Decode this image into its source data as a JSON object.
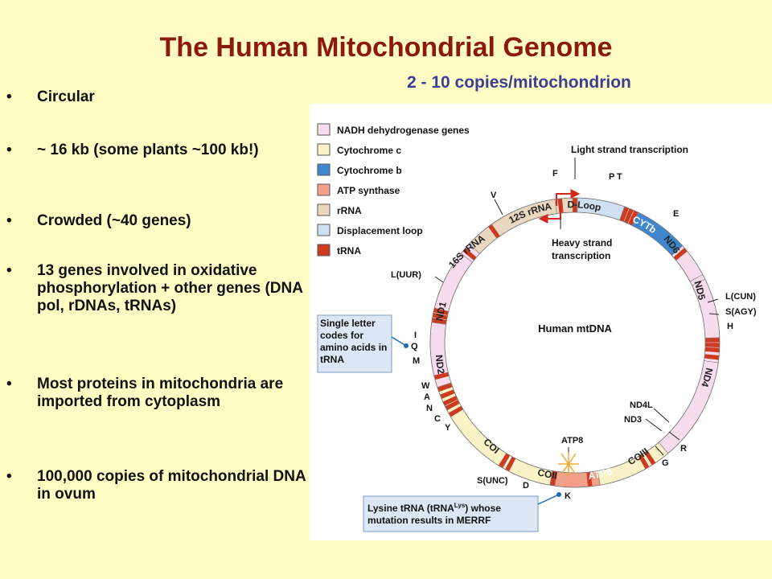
{
  "slide": {
    "title": "The Human Mitochondrial Genome",
    "subtitle": "2 - 10 copies/mitochondrion",
    "bullets": [
      {
        "symbol": "•",
        "text": "Circular"
      },
      {
        "symbol": "•",
        "text": "~ 16 kb (some plants ~100 kb!)"
      },
      {
        "symbol": "•",
        "text": "Crowded (~40 genes)"
      },
      {
        "symbol": "•",
        "text": "13 genes involved in oxidative phosphorylation + other genes (DNA pol, rDNAs, tRNAs)"
      },
      {
        "symbol": "•",
        "text": "Most proteins in mitochondria are imported from cytoplasm"
      },
      {
        "symbol": "•",
        "text": "100,000 copies of mitochondrial DNA in ovum"
      }
    ]
  },
  "figure": {
    "center_label": "Human mtDNA",
    "legend": [
      {
        "label": "NADH dehydrogenase genes",
        "color": "#f6dcec"
      },
      {
        "label": "Cytochrome c",
        "color": "#fbf3c7"
      },
      {
        "label": "Cytochrome b",
        "color": "#3e87cf"
      },
      {
        "label": "ATP synthase",
        "color": "#f2a08a"
      },
      {
        "label": "rRNA",
        "color": "#ead7bf"
      },
      {
        "label": "Displacement loop",
        "color": "#cfe0f3"
      },
      {
        "label": "tRNA",
        "color": "#cc3a22"
      }
    ],
    "segments": [
      {
        "label": "12S rRNA",
        "color": "#ead7bf"
      },
      {
        "label": "D-Loop",
        "color": "#cfe0f3"
      },
      {
        "label": "CYTb",
        "color": "#3e87cf"
      },
      {
        "label": "ND6",
        "color": "#f6dcec"
      },
      {
        "label": "ND5",
        "color": "#f6dcec"
      },
      {
        "label": "ND4",
        "color": "#f6dcec"
      },
      {
        "label": "COIII",
        "color": "#fbf3c7"
      },
      {
        "label": "ATP8",
        "color": "#f2a08a"
      },
      {
        "label": "COII",
        "color": "#fbf3c7"
      },
      {
        "label": "COI",
        "color": "#fbf3c7"
      },
      {
        "label": "ND2",
        "color": "#f6dcec"
      },
      {
        "label": "ND1",
        "color": "#f6dcec"
      },
      {
        "label": "16S rRNA",
        "color": "#ead7bf"
      }
    ],
    "trna_labels": [
      "F",
      "V",
      "P",
      "T",
      "E",
      "L(CUN)",
      "S(AGY)",
      "H",
      "ND4L",
      "ND3",
      "R",
      "G",
      "ATP8",
      "K",
      "S(UNC)",
      "D",
      "W",
      "A",
      "N",
      "C",
      "Y",
      "I",
      "Q",
      "M",
      "L(UUR)"
    ],
    "light_strand_label": "Light strand transcription",
    "heavy_strand_label": "Heavy strand transcription",
    "callout_amino": "Single letter codes for amino acids in tRNA",
    "callout_lysine": "Lysine tRNA (tRNA",
    "callout_lysine_sup": "Lys",
    "callout_lysine_end": ") whose mutation results in MERRF",
    "colors": {
      "arrow": "#d42a1e",
      "callout_dot": "#1a6bb5",
      "callout_bg": "#dce6f4"
    }
  }
}
